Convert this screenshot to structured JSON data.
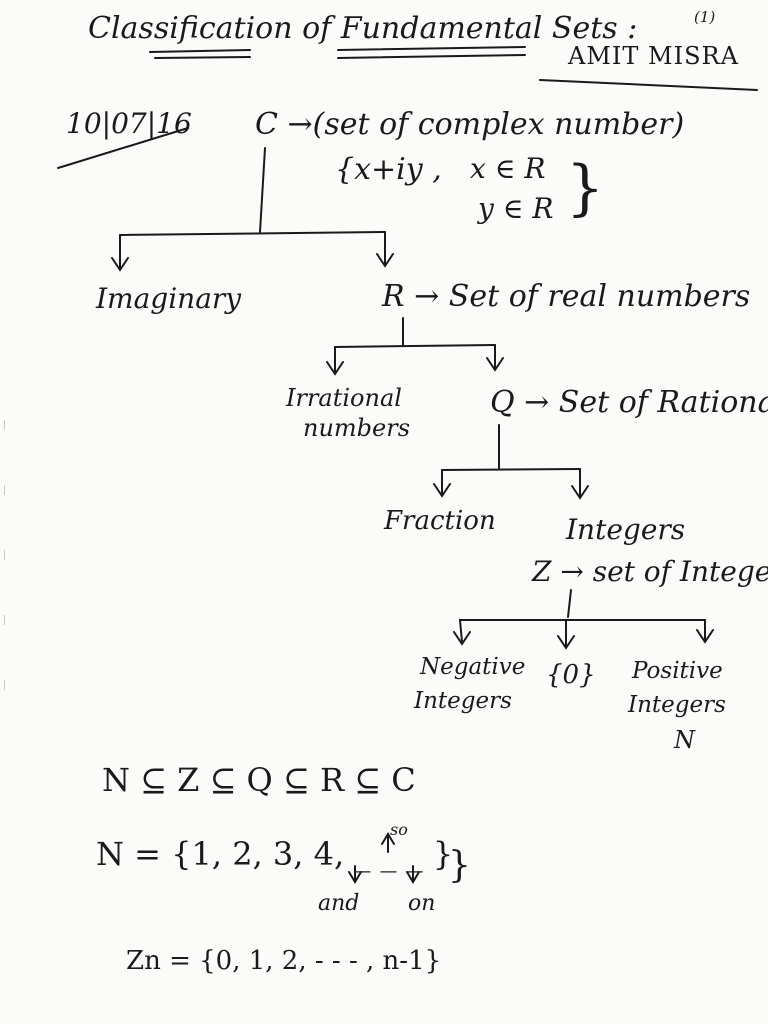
{
  "header": {
    "title": "Classification of Fundamental Sets :",
    "page_number": "(1)",
    "author": "AMIT MISRA"
  },
  "date": "10|07|16",
  "tree": {
    "c_label": "C →(set of complex number)",
    "c_form_left": "{x+iy ,",
    "c_cond_x": "x ∈ R",
    "c_cond_y": "y ∈ R",
    "c_form_right": "}",
    "imaginary": "Imaginary",
    "r_label": "R → Set of real numbers",
    "irrational_line1": "Irrational",
    "irrational_line2": "numbers",
    "q_label": "Q → Set of Rational",
    "fraction": "Fraction",
    "integers": "Integers",
    "z_label": "Z → set of Integers",
    "negative_line1": "Negative",
    "negative_line2": "Integers",
    "zero_set": "{0}",
    "positive_line1": "Positive",
    "positive_line2": "Integers",
    "positive_symbol": "N"
  },
  "relations": {
    "subset_chain": "N ⊆ Z ⊆ Q ⊆ R ⊆ C",
    "n_set": "N  =  {1, 2, 3, 4, _ _ _ }",
    "note_so": "so",
    "note_and": "and",
    "note_on": "on",
    "zn_set": "Zn = {0, 1, 2, - - - , n-1}"
  }
}
